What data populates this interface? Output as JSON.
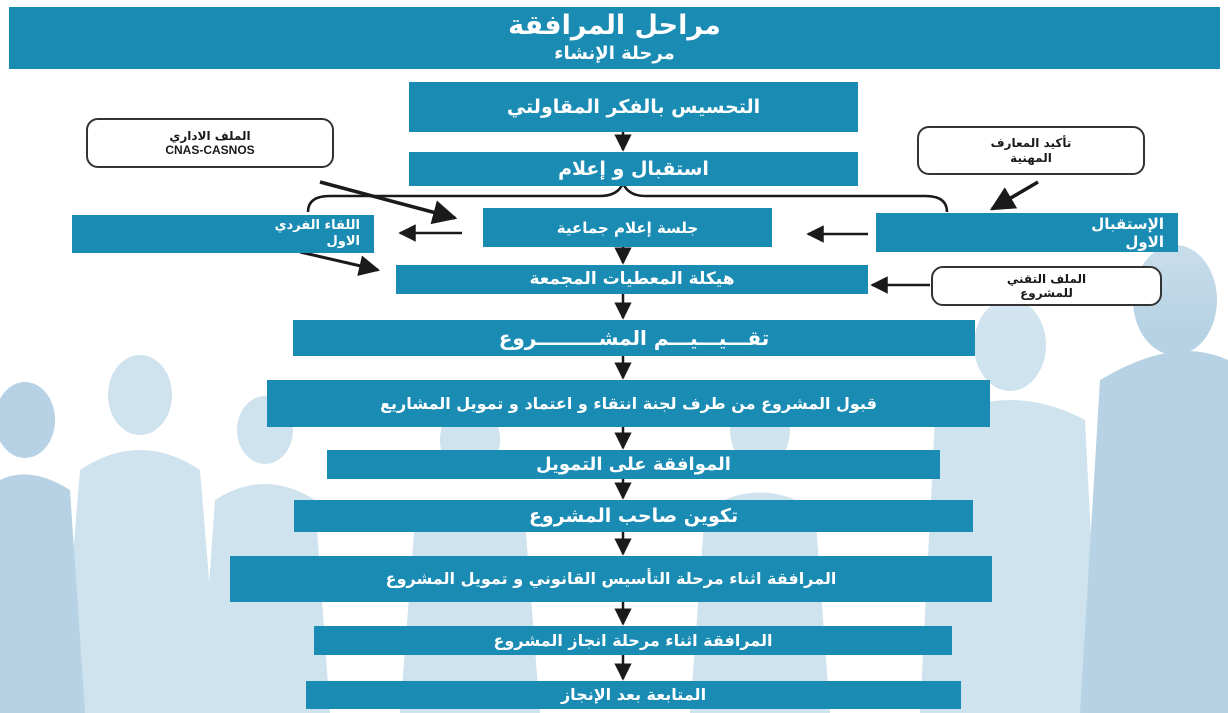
{
  "header": {
    "title": "مراحل المرافقة",
    "subtitle": "مرحلة الإنشاء"
  },
  "steps": {
    "s1": "التحسيس بالفكر المقاولتي",
    "s2": "استقبال و إعلام",
    "s3": "جلسة إعلام جماعية",
    "s4": "هيكلة المعطيات المجمعة",
    "s5": "تقـــيـــيـــم المشـــــــــروع",
    "s6": "قبول المشروع من طرف لجنة انتقاء و اعتماد و تمويل المشاريع",
    "s7": "الموافقة على التمويل",
    "s8": "تكوين صاحب المشروع",
    "s9": "المرافقة اثناء مرحلة التأسيس القانوني و تمويل المشروع",
    "s10": "المرافقة اثناء مرحلة انجاز المشروع",
    "s11": "المتابعة بعد الإنجاز"
  },
  "side": {
    "left_line1": "اللقاء الفردي",
    "left_line2": "الاول",
    "right_line1": "الإستقبال",
    "right_line2": "الاول"
  },
  "notes": {
    "admin_line1": "الملف الاداري",
    "admin_line2": "CNAS-CASNOS",
    "knowledge_line1": "تأكيد المعارف",
    "knowledge_line2": "المهنية",
    "tech_line1": "الملف التقني",
    "tech_line2": "للمشروع"
  },
  "colors": {
    "box_blue": "#1a8bb3",
    "arrow": "#1a1a1a"
  }
}
